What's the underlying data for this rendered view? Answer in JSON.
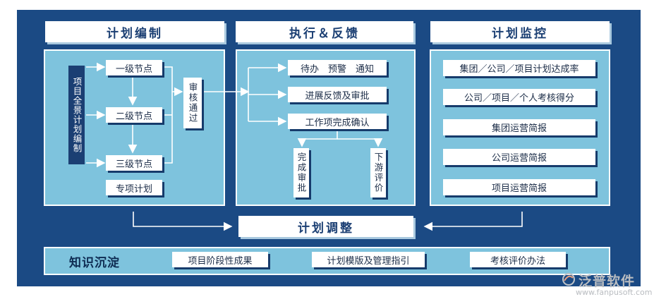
{
  "planning": {
    "header": "计划编制",
    "side_label": "项目全景计划编制",
    "levels": [
      "一级节点",
      "二级节点",
      "三级节点"
    ],
    "special": "专项计划",
    "approval": "审核通过"
  },
  "execution": {
    "header": "执行＆反馈",
    "items": [
      "待办　预警　通知",
      "进展反馈及审批",
      "工作项完成确认"
    ],
    "sub_left": "完成审批",
    "sub_right": "下游评价"
  },
  "monitoring": {
    "header": "计划监控",
    "items": [
      "集团／公司／项目计划达成率",
      "公司／项目／个人考核得分",
      "集团运营简报",
      "公司运营简报",
      "项目运营简报"
    ]
  },
  "adjust": {
    "label": "计划调整"
  },
  "knowledge": {
    "title": "知识沉淀",
    "items": [
      "项目阶段性成果",
      "计划模版及管理指引",
      "考核评价办法"
    ]
  },
  "watermark": {
    "brand": "泛普软件",
    "url": "www.fanpusoft.com"
  },
  "colors": {
    "frame": "#1b4a84",
    "panel": "#7ec3dd",
    "header_text": "#1b3f73"
  }
}
